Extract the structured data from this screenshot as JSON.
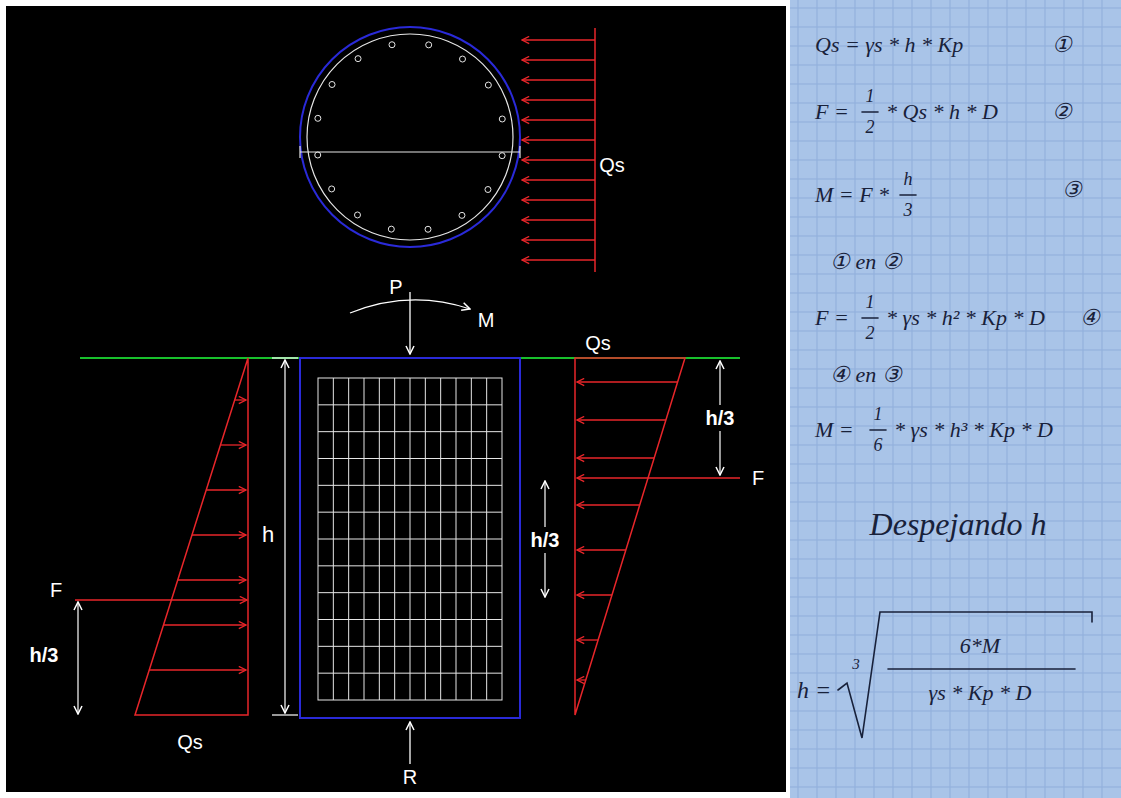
{
  "diagram": {
    "labels": [
      "Qs",
      "P",
      "M",
      "Qs",
      "h/3",
      "F",
      "h/3",
      "h",
      "F",
      "h/3",
      "Qs",
      "R",
      "Qs = γs * h * Kp",
      "①",
      "F =",
      "1",
      "2",
      "* Qs * h * D",
      "②",
      "M = F *",
      "h",
      "3",
      "③",
      "① en ②",
      "F =",
      "1",
      "2",
      "* γs * h² * Kp * D",
      "④",
      "④ en ③",
      "M =",
      "1",
      "6",
      "* γs * h³ * Kp * D",
      "Despejando h",
      "h =",
      "3",
      "6*M",
      "γs * Kp * D"
    ]
  }
}
